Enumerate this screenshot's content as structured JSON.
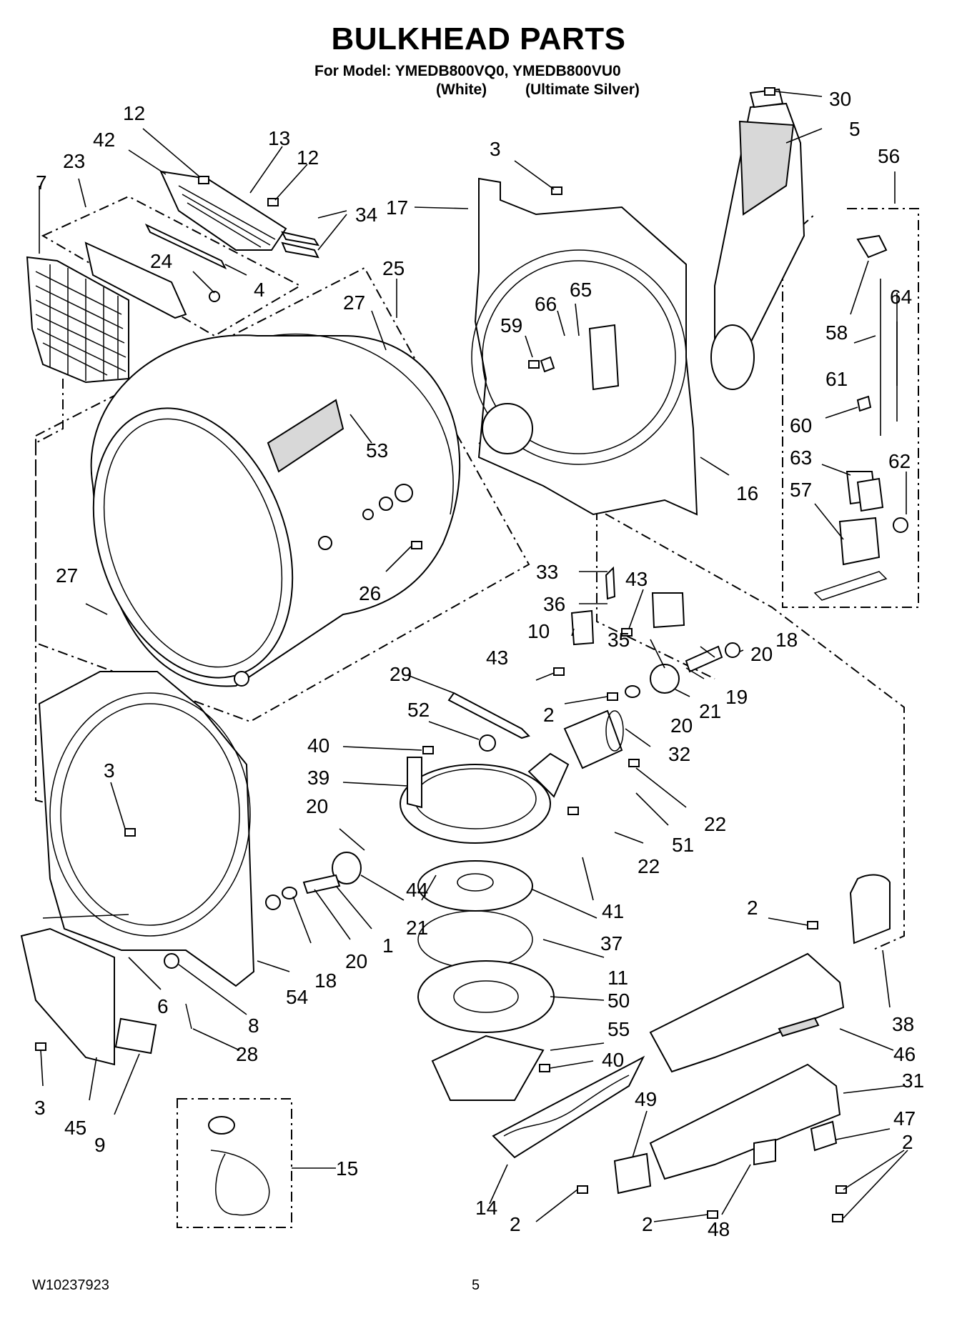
{
  "header": {
    "title": "BULKHEAD PARTS",
    "subtitle": "For Model: YMEDB800VQ0, YMEDB800VU0",
    "variant_1": "(White)",
    "variant_2": "(Ultimate Silver)"
  },
  "footer": {
    "doc_code": "W10237923",
    "page_number": "5"
  },
  "callouts": [
    {
      "id": "c30",
      "label": "30"
    },
    {
      "id": "c5",
      "label": "5"
    },
    {
      "id": "c56",
      "label": "56"
    },
    {
      "id": "c12a",
      "label": "12"
    },
    {
      "id": "c42",
      "label": "42"
    },
    {
      "id": "c13",
      "label": "13"
    },
    {
      "id": "c12b",
      "label": "12"
    },
    {
      "id": "c23",
      "label": "23"
    },
    {
      "id": "c7",
      "label": "7"
    },
    {
      "id": "c34",
      "label": "34"
    },
    {
      "id": "c24",
      "label": "24"
    },
    {
      "id": "c4",
      "label": "4"
    },
    {
      "id": "c25",
      "label": "25"
    },
    {
      "id": "c27a",
      "label": "27"
    },
    {
      "id": "c3a",
      "label": "3"
    },
    {
      "id": "c17",
      "label": "17"
    },
    {
      "id": "c66",
      "label": "66"
    },
    {
      "id": "c65",
      "label": "65"
    },
    {
      "id": "c59",
      "label": "59"
    },
    {
      "id": "c58",
      "label": "58"
    },
    {
      "id": "c64",
      "label": "64"
    },
    {
      "id": "c61",
      "label": "61"
    },
    {
      "id": "c60",
      "label": "60"
    },
    {
      "id": "c63",
      "label": "63"
    },
    {
      "id": "c62",
      "label": "62"
    },
    {
      "id": "c57",
      "label": "57"
    },
    {
      "id": "c16",
      "label": "16"
    },
    {
      "id": "c53",
      "label": "53"
    },
    {
      "id": "c26",
      "label": "26"
    },
    {
      "id": "c27b",
      "label": "27"
    },
    {
      "id": "c33",
      "label": "33"
    },
    {
      "id": "c43a",
      "label": "43"
    },
    {
      "id": "c36",
      "label": "36"
    },
    {
      "id": "c10",
      "label": "10"
    },
    {
      "id": "c43b",
      "label": "43"
    },
    {
      "id": "c35",
      "label": "35"
    },
    {
      "id": "c20a",
      "label": "20"
    },
    {
      "id": "c18a",
      "label": "18"
    },
    {
      "id": "c19",
      "label": "19"
    },
    {
      "id": "c21a",
      "label": "21"
    },
    {
      "id": "c20b",
      "label": "20"
    },
    {
      "id": "c29",
      "label": "29"
    },
    {
      "id": "c2a",
      "label": "2"
    },
    {
      "id": "c52",
      "label": "52"
    },
    {
      "id": "c32",
      "label": "32"
    },
    {
      "id": "c40a",
      "label": "40"
    },
    {
      "id": "c39",
      "label": "39"
    },
    {
      "id": "c22a",
      "label": "22"
    },
    {
      "id": "c51",
      "label": "51"
    },
    {
      "id": "c22b",
      "label": "22"
    },
    {
      "id": "c3b",
      "label": "3"
    },
    {
      "id": "c20c",
      "label": "20"
    },
    {
      "id": "c44",
      "label": "44"
    },
    {
      "id": "c41",
      "label": "41"
    },
    {
      "id": "c21b",
      "label": "21"
    },
    {
      "id": "c1",
      "label": "1"
    },
    {
      "id": "c20d",
      "label": "20"
    },
    {
      "id": "c18b",
      "label": "18"
    },
    {
      "id": "c37",
      "label": "37"
    },
    {
      "id": "c2b",
      "label": "2"
    },
    {
      "id": "c11",
      "label": "11"
    },
    {
      "id": "c6",
      "label": "6"
    },
    {
      "id": "c54",
      "label": "54"
    },
    {
      "id": "c8",
      "label": "8"
    },
    {
      "id": "c50",
      "label": "50"
    },
    {
      "id": "c38",
      "label": "38"
    },
    {
      "id": "c28",
      "label": "28"
    },
    {
      "id": "c55",
      "label": "55"
    },
    {
      "id": "c46",
      "label": "46"
    },
    {
      "id": "c40b",
      "label": "40"
    },
    {
      "id": "c31",
      "label": "31"
    },
    {
      "id": "c3c",
      "label": "3"
    },
    {
      "id": "c45",
      "label": "45"
    },
    {
      "id": "c9",
      "label": "9"
    },
    {
      "id": "c49",
      "label": "49"
    },
    {
      "id": "c47",
      "label": "47"
    },
    {
      "id": "c2c",
      "label": "2"
    },
    {
      "id": "c15",
      "label": "15"
    },
    {
      "id": "c14",
      "label": "14"
    },
    {
      "id": "c2d",
      "label": "2"
    },
    {
      "id": "c2e",
      "label": "2"
    },
    {
      "id": "c48",
      "label": "48"
    }
  ]
}
